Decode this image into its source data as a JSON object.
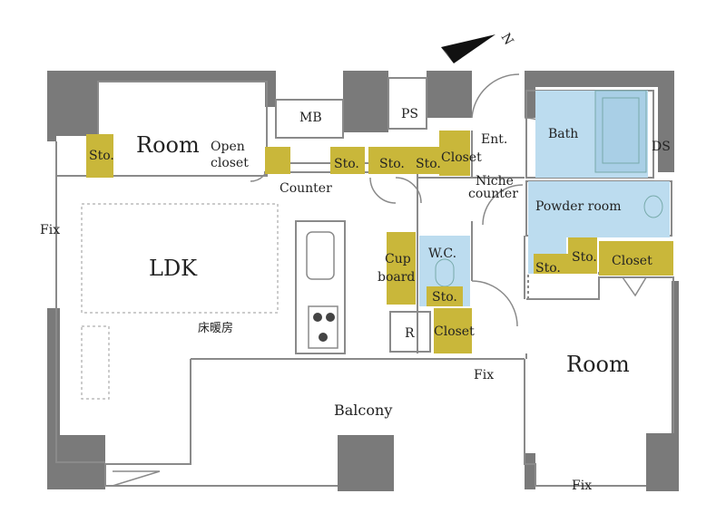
{
  "compass": {
    "north": "N"
  },
  "rooms": {
    "room_top": "Room",
    "room_right": "Room",
    "ldk": "LDK",
    "floor_heating": "床暖房",
    "balcony": "Balcony",
    "bath": "Bath",
    "powder_room": "Powder room",
    "wc": "W.C.",
    "entrance": "Ent.",
    "mb": "MB",
    "ps": "PS",
    "ds": "DS",
    "refrigerator": "R"
  },
  "storage": {
    "sto_room": "Sto.",
    "open_closet_1": "Open",
    "open_closet_2": "closet",
    "sto_1": "Sto.",
    "sto_2": "Sto.",
    "sto_3": "Sto.",
    "closet_entry": "Closet",
    "niche_1": "Niche",
    "niche_2": "counter",
    "cupboard_1": "Cup",
    "cupboard_2": "board",
    "sto_wc": "Sto.",
    "closet_r": "Closet",
    "sto_powder": "Sto.",
    "sto_powder_2": "Sto.",
    "closet_room": "Closet"
  },
  "counter": "Counter",
  "fix": {
    "left": "Fix",
    "balcony": "Fix",
    "bottom": "Fix"
  },
  "colors": {
    "wall": "#7a7a7a",
    "storage": "#c9b73a",
    "wet_area": "#bcdcef",
    "line": "#8a8a8a"
  }
}
